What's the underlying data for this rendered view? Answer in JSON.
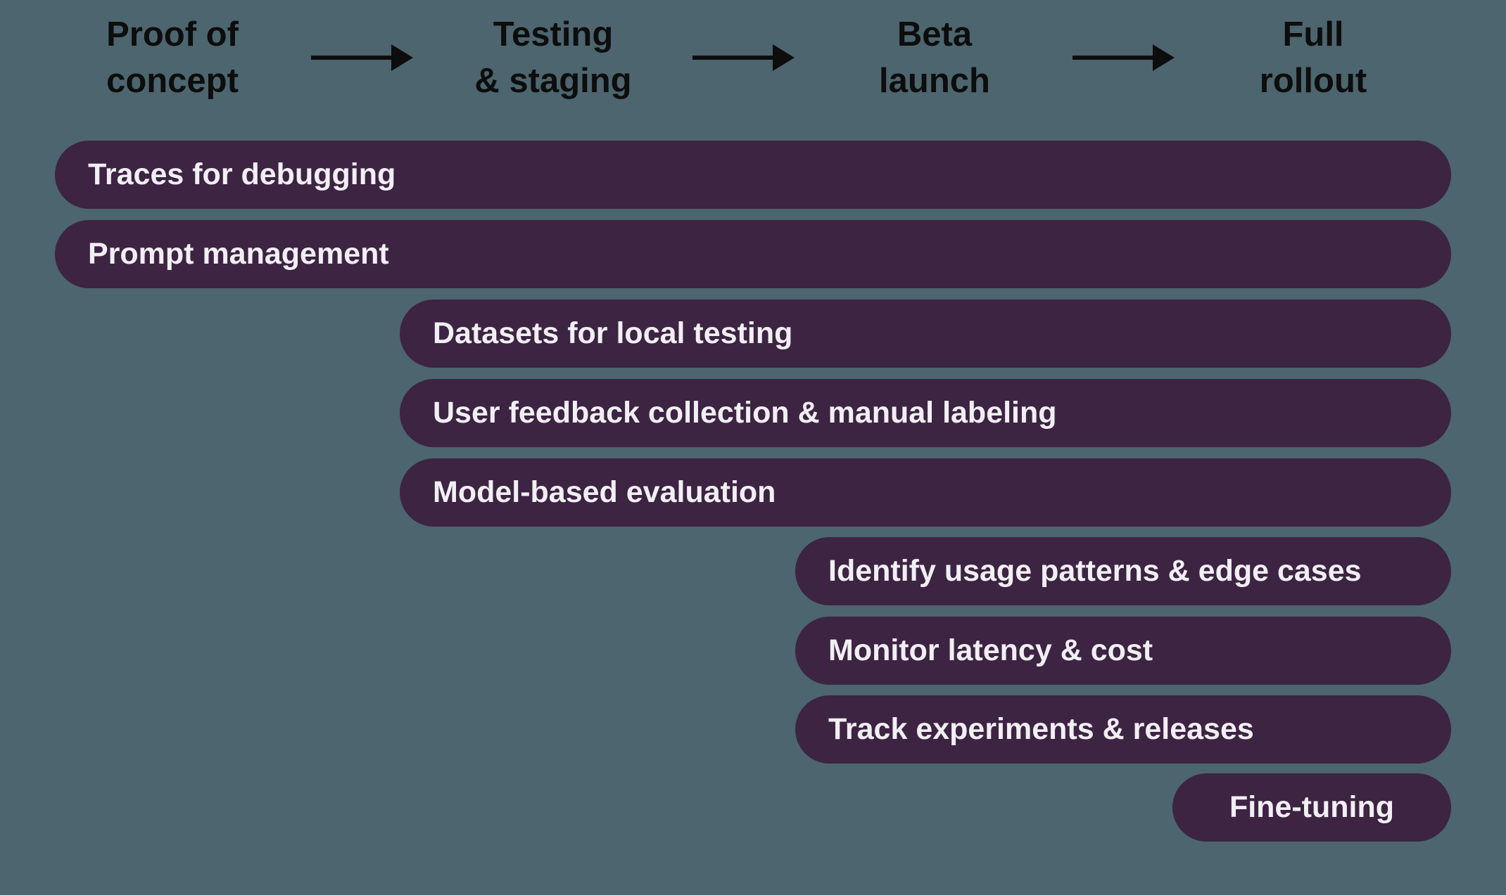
{
  "phases": [
    {
      "id": "proof-of-concept",
      "lines": [
        "Proof of",
        "concept"
      ]
    },
    {
      "id": "testing-staging",
      "lines": [
        "Testing",
        "& staging"
      ]
    },
    {
      "id": "beta-launch",
      "lines": [
        "Beta",
        "launch"
      ]
    },
    {
      "id": "full-rollout",
      "lines": [
        "Full",
        "rollout"
      ]
    }
  ],
  "bars": [
    {
      "label": "Traces for debugging",
      "start_phase": "Proof of concept",
      "end_phase": "Full rollout"
    },
    {
      "label": "Prompt management",
      "start_phase": "Proof of concept",
      "end_phase": "Full rollout"
    },
    {
      "label": "Datasets for local testing",
      "start_phase": "Testing & staging",
      "end_phase": "Full rollout"
    },
    {
      "label": "User feedback collection & manual labeling",
      "start_phase": "Testing & staging",
      "end_phase": "Full rollout"
    },
    {
      "label": "Model-based evaluation",
      "start_phase": "Testing & staging",
      "end_phase": "Full rollout"
    },
    {
      "label": "Identify usage patterns & edge cases",
      "start_phase": "Beta launch",
      "end_phase": "Full rollout"
    },
    {
      "label": "Monitor latency & cost",
      "start_phase": "Beta launch",
      "end_phase": "Full rollout"
    },
    {
      "label": "Track experiments & releases",
      "start_phase": "Beta launch",
      "end_phase": "Full rollout"
    },
    {
      "label": "Fine-tuning",
      "start_phase": "Full rollout",
      "end_phase": "Full rollout"
    }
  ],
  "colors": {
    "background": "#4c656e",
    "bar_fill": "#3c2442",
    "bar_text": "#f2eff4",
    "phase_text": "#0d0d0d",
    "arrow": "#0d0d0d"
  }
}
